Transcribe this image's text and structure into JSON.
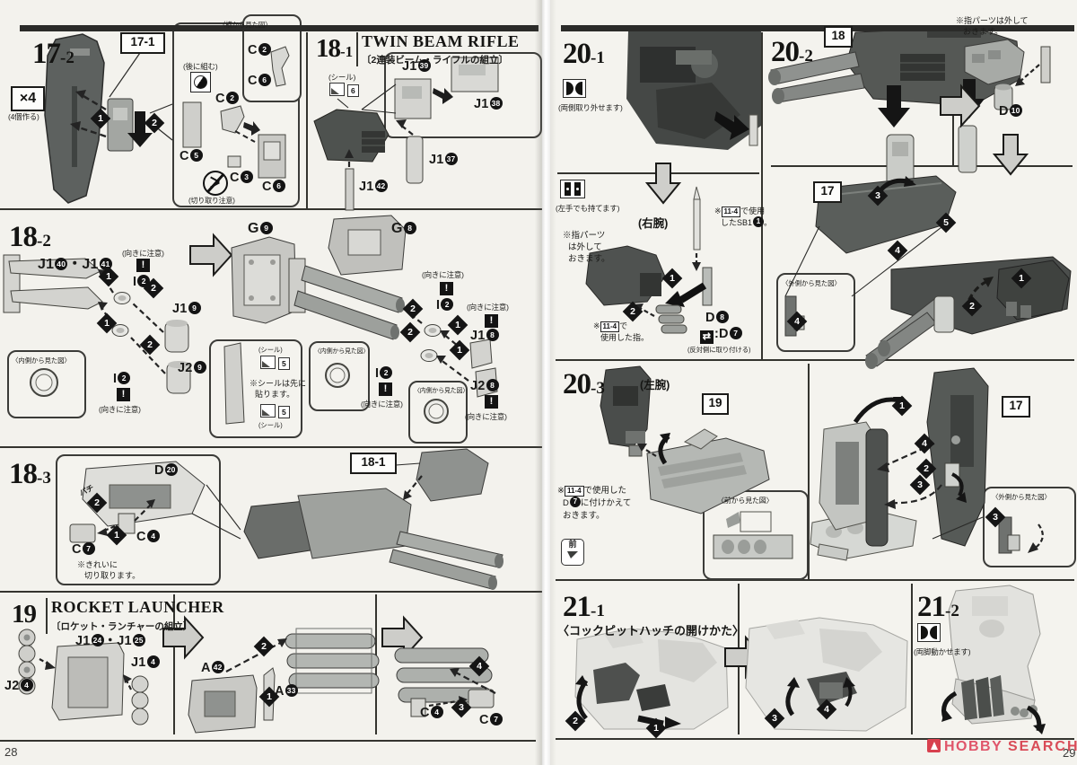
{
  "colors": {
    "paper": "#f3f2ed",
    "ink": "#1d1d1b",
    "logo_red": "#e0556a",
    "part_light": "#d8d8d4",
    "part_dark": "#4f524f"
  },
  "icons": {
    "warning": "!",
    "swap": "⇄"
  },
  "left": {
    "page_number": "28",
    "s17_2": {
      "num": "17",
      "sub": "-2",
      "qty": "×4",
      "qty_note": "(4個作る)",
      "callout": "17-1",
      "assemble_later": "(後に組む)",
      "side_view": "〈横から見た図〉",
      "cut_note": "(切り取り注意)",
      "sv_c2": {
        "p": "C",
        "n": "2"
      },
      "sv_c6": {
        "p": "C",
        "n": "6"
      },
      "c2": {
        "p": "C",
        "n": "2"
      },
      "c5": {
        "p": "C",
        "n": "5"
      },
      "c3": {
        "p": "C",
        "n": "3"
      },
      "c6": {
        "p": "C",
        "n": "6"
      },
      "step1": "1",
      "step2": "2"
    },
    "s18_1": {
      "num": "18",
      "sub": "-1",
      "title": "TWIN BEAM RIFLE",
      "subtitle": "〔2連装ビーム・ライフルの組立〕",
      "seal": "(シール)",
      "seal_num": "6",
      "j139": {
        "p": "J1",
        "n": "39"
      },
      "j138": {
        "p": "J1",
        "n": "38"
      },
      "j137": {
        "p": "J1",
        "n": "37"
      },
      "j142": {
        "p": "J1",
        "n": "42"
      }
    },
    "s18_2": {
      "num": "18",
      "sub": "-2",
      "j140": {
        "p": "J1",
        "n": "40"
      },
      "dot": "・",
      "j141": {
        "p": "J1",
        "n": "41"
      },
      "orient": "(向きに注意)",
      "i2": {
        "p": "I",
        "n": "2"
      },
      "j19": {
        "p": "J1",
        "n": "9"
      },
      "j29": {
        "p": "J2",
        "n": "9"
      },
      "inner_view": "〈内側から見た図〉",
      "g9": {
        "p": "G",
        "n": "9"
      },
      "g8": {
        "p": "G",
        "n": "8"
      },
      "seal": "(シール)",
      "seal_num": "5",
      "seal_note1": "※シールは先に",
      "seal_note2": "貼ります。",
      "j18": {
        "p": "J1",
        "n": "8"
      },
      "j28": {
        "p": "J2",
        "n": "8"
      },
      "step1": "1",
      "step2": "2"
    },
    "s18_3": {
      "num": "18",
      "sub": "-3",
      "d20": {
        "p": "D",
        "n": "20"
      },
      "c4": {
        "p": "C",
        "n": "4"
      },
      "c7": {
        "p": "C",
        "n": "7"
      },
      "cut_note1": "※きれいに",
      "cut_note2": "切り取ります。",
      "snap": "パチ",
      "callout": "18-1",
      "step1": "1",
      "step2": "2"
    },
    "s19": {
      "num": "19",
      "title": "ROCKET LAUNCHER",
      "subtitle": "〔ロケット・ランチャーの組立〕",
      "j24": {
        "p": "J2",
        "n": "4"
      },
      "j124": {
        "p": "J1",
        "n": "24"
      },
      "dot": "・",
      "j125": {
        "p": "J1",
        "n": "25"
      },
      "j14": {
        "p": "J1",
        "n": "4"
      },
      "a42": {
        "p": "A",
        "n": "42"
      },
      "a33": {
        "p": "A",
        "n": "33"
      },
      "c4": {
        "p": "C",
        "n": "4"
      },
      "c7": {
        "p": "C",
        "n": "7"
      },
      "step1": "1",
      "step2": "2",
      "step3": "3",
      "step4": "4"
    }
  },
  "right": {
    "page_number": "29",
    "logo": {
      "hobby": "HOBBY",
      "search": "SEARCH"
    },
    "s20_1": {
      "num": "20",
      "sub": "-1",
      "remove_note": "(両側取り外せます)",
      "hold_note": "(左手でも持てます)",
      "right_arm": "(右腕)",
      "finger_note1": "※指パーツ",
      "finger_note2": "は外して",
      "finger_note3": "おきます。",
      "ref": "11-4",
      "sb1_pre": "※",
      "sb1_mid": "で使用",
      "sb1_line2a": "したSB1",
      "sb1_n": "1",
      "sb1_line2b": "。",
      "used_pre": "※",
      "used_mid": "で",
      "used_line2": "使用した指。",
      "d8": {
        "p": "D",
        "n": "8"
      },
      "colon": ":",
      "d7": {
        "p": "D",
        "n": "7"
      },
      "opposite_note": "(反対側に取り付ける)",
      "step1": "1",
      "step2": "2"
    },
    "s20_2": {
      "num": "20",
      "sub": "-2",
      "callout18": "18",
      "finger_note1": "※指パーツは外して",
      "finger_note2": "おきます。",
      "d10": {
        "p": "D",
        "n": "10"
      },
      "callout17": "17",
      "outer_view": "〈外側から見た図〉",
      "step1": "1",
      "step2": "2",
      "step3": "3",
      "step4": "4",
      "step5": "5"
    },
    "s20_3": {
      "num": "20",
      "sub": "-3",
      "left_arm": "(左腕)",
      "callout19": "19",
      "ref": "11-4",
      "note_pre": "※",
      "note_mid": "で使用した",
      "note_d7": {
        "p": "D",
        "n": "7"
      },
      "note_line2": "に付けかえて",
      "note_line3": "おきます。",
      "front_view": "〈前から見た図〉",
      "front_label": "前",
      "callout17": "17",
      "outer_view": "〈外側から見た図〉",
      "step1": "1",
      "step2": "2",
      "step3": "3",
      "step4": "4"
    },
    "s21_1": {
      "num": "21",
      "sub": "-1",
      "title": "〈コックピットハッチの開けかた〉",
      "step1": "1",
      "step2": "2",
      "step3": "3",
      "step4": "4"
    },
    "s21_2": {
      "num": "21",
      "sub": "-2",
      "legs_note": "(両脚動かせます)"
    }
  }
}
